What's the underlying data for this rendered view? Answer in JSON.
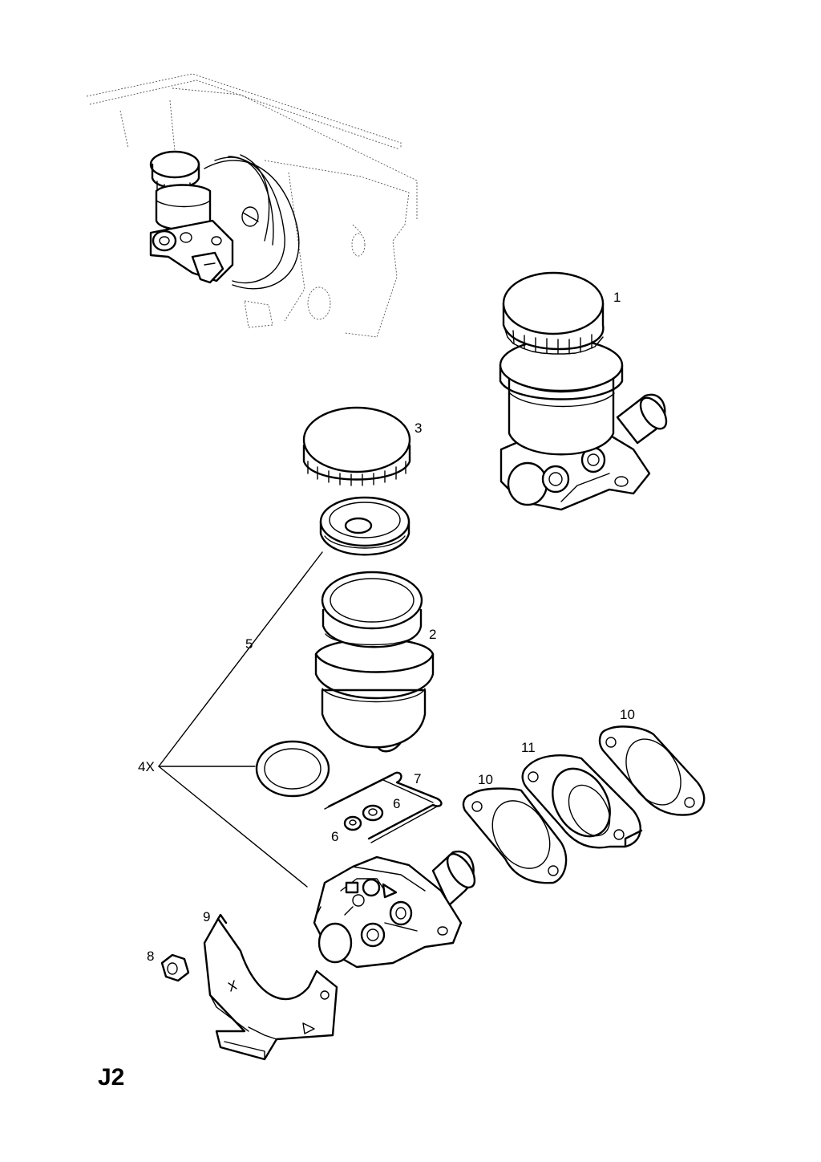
{
  "page_code": "J2",
  "callouts": {
    "c1": "1",
    "c2": "2",
    "c3": "3",
    "c4": "4X",
    "c5": "5",
    "c6a": "6",
    "c6b": "6",
    "c7": "7",
    "c8": "8",
    "c9": "9",
    "c10a": "10",
    "c10b": "10",
    "c11": "11"
  }
}
